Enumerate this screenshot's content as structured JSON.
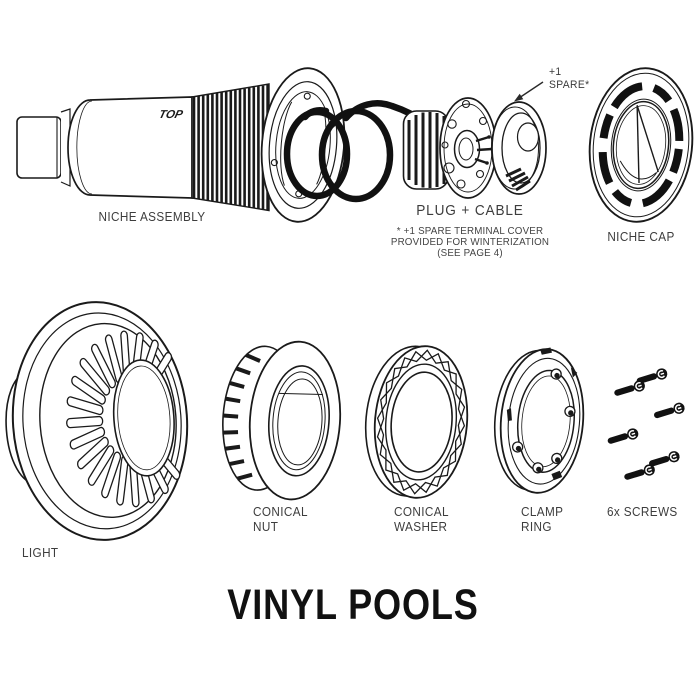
{
  "diagram": {
    "title": "VINYL POOLS",
    "colors": {
      "line": "#1a1a1a",
      "label": "#3d3d3d",
      "background": "#ffffff"
    },
    "niche_assembly": {
      "label": "NICHE ASSEMBLY",
      "marking": "TOP"
    },
    "plug_cable": {
      "label": "PLUG + CABLE",
      "note_line1": "* +1 SPARE TERMINAL COVER",
      "note_line2": "PROVIDED FOR WINTERIZATION",
      "note_line3": "(SEE PAGE 4)"
    },
    "spare_callout": {
      "line1": "+1",
      "line2": "SPARE*"
    },
    "niche_cap": {
      "label": "NICHE CAP"
    },
    "light": {
      "label": "LIGHT"
    },
    "conical_nut": {
      "line1": "CONICAL",
      "line2": "NUT"
    },
    "conical_washer": {
      "line1": "CONICAL",
      "line2": "WASHER"
    },
    "clamp_ring": {
      "line1": "CLAMP",
      "line2": "RING"
    },
    "screws": {
      "label": "6x SCREWS",
      "count": 6
    }
  }
}
